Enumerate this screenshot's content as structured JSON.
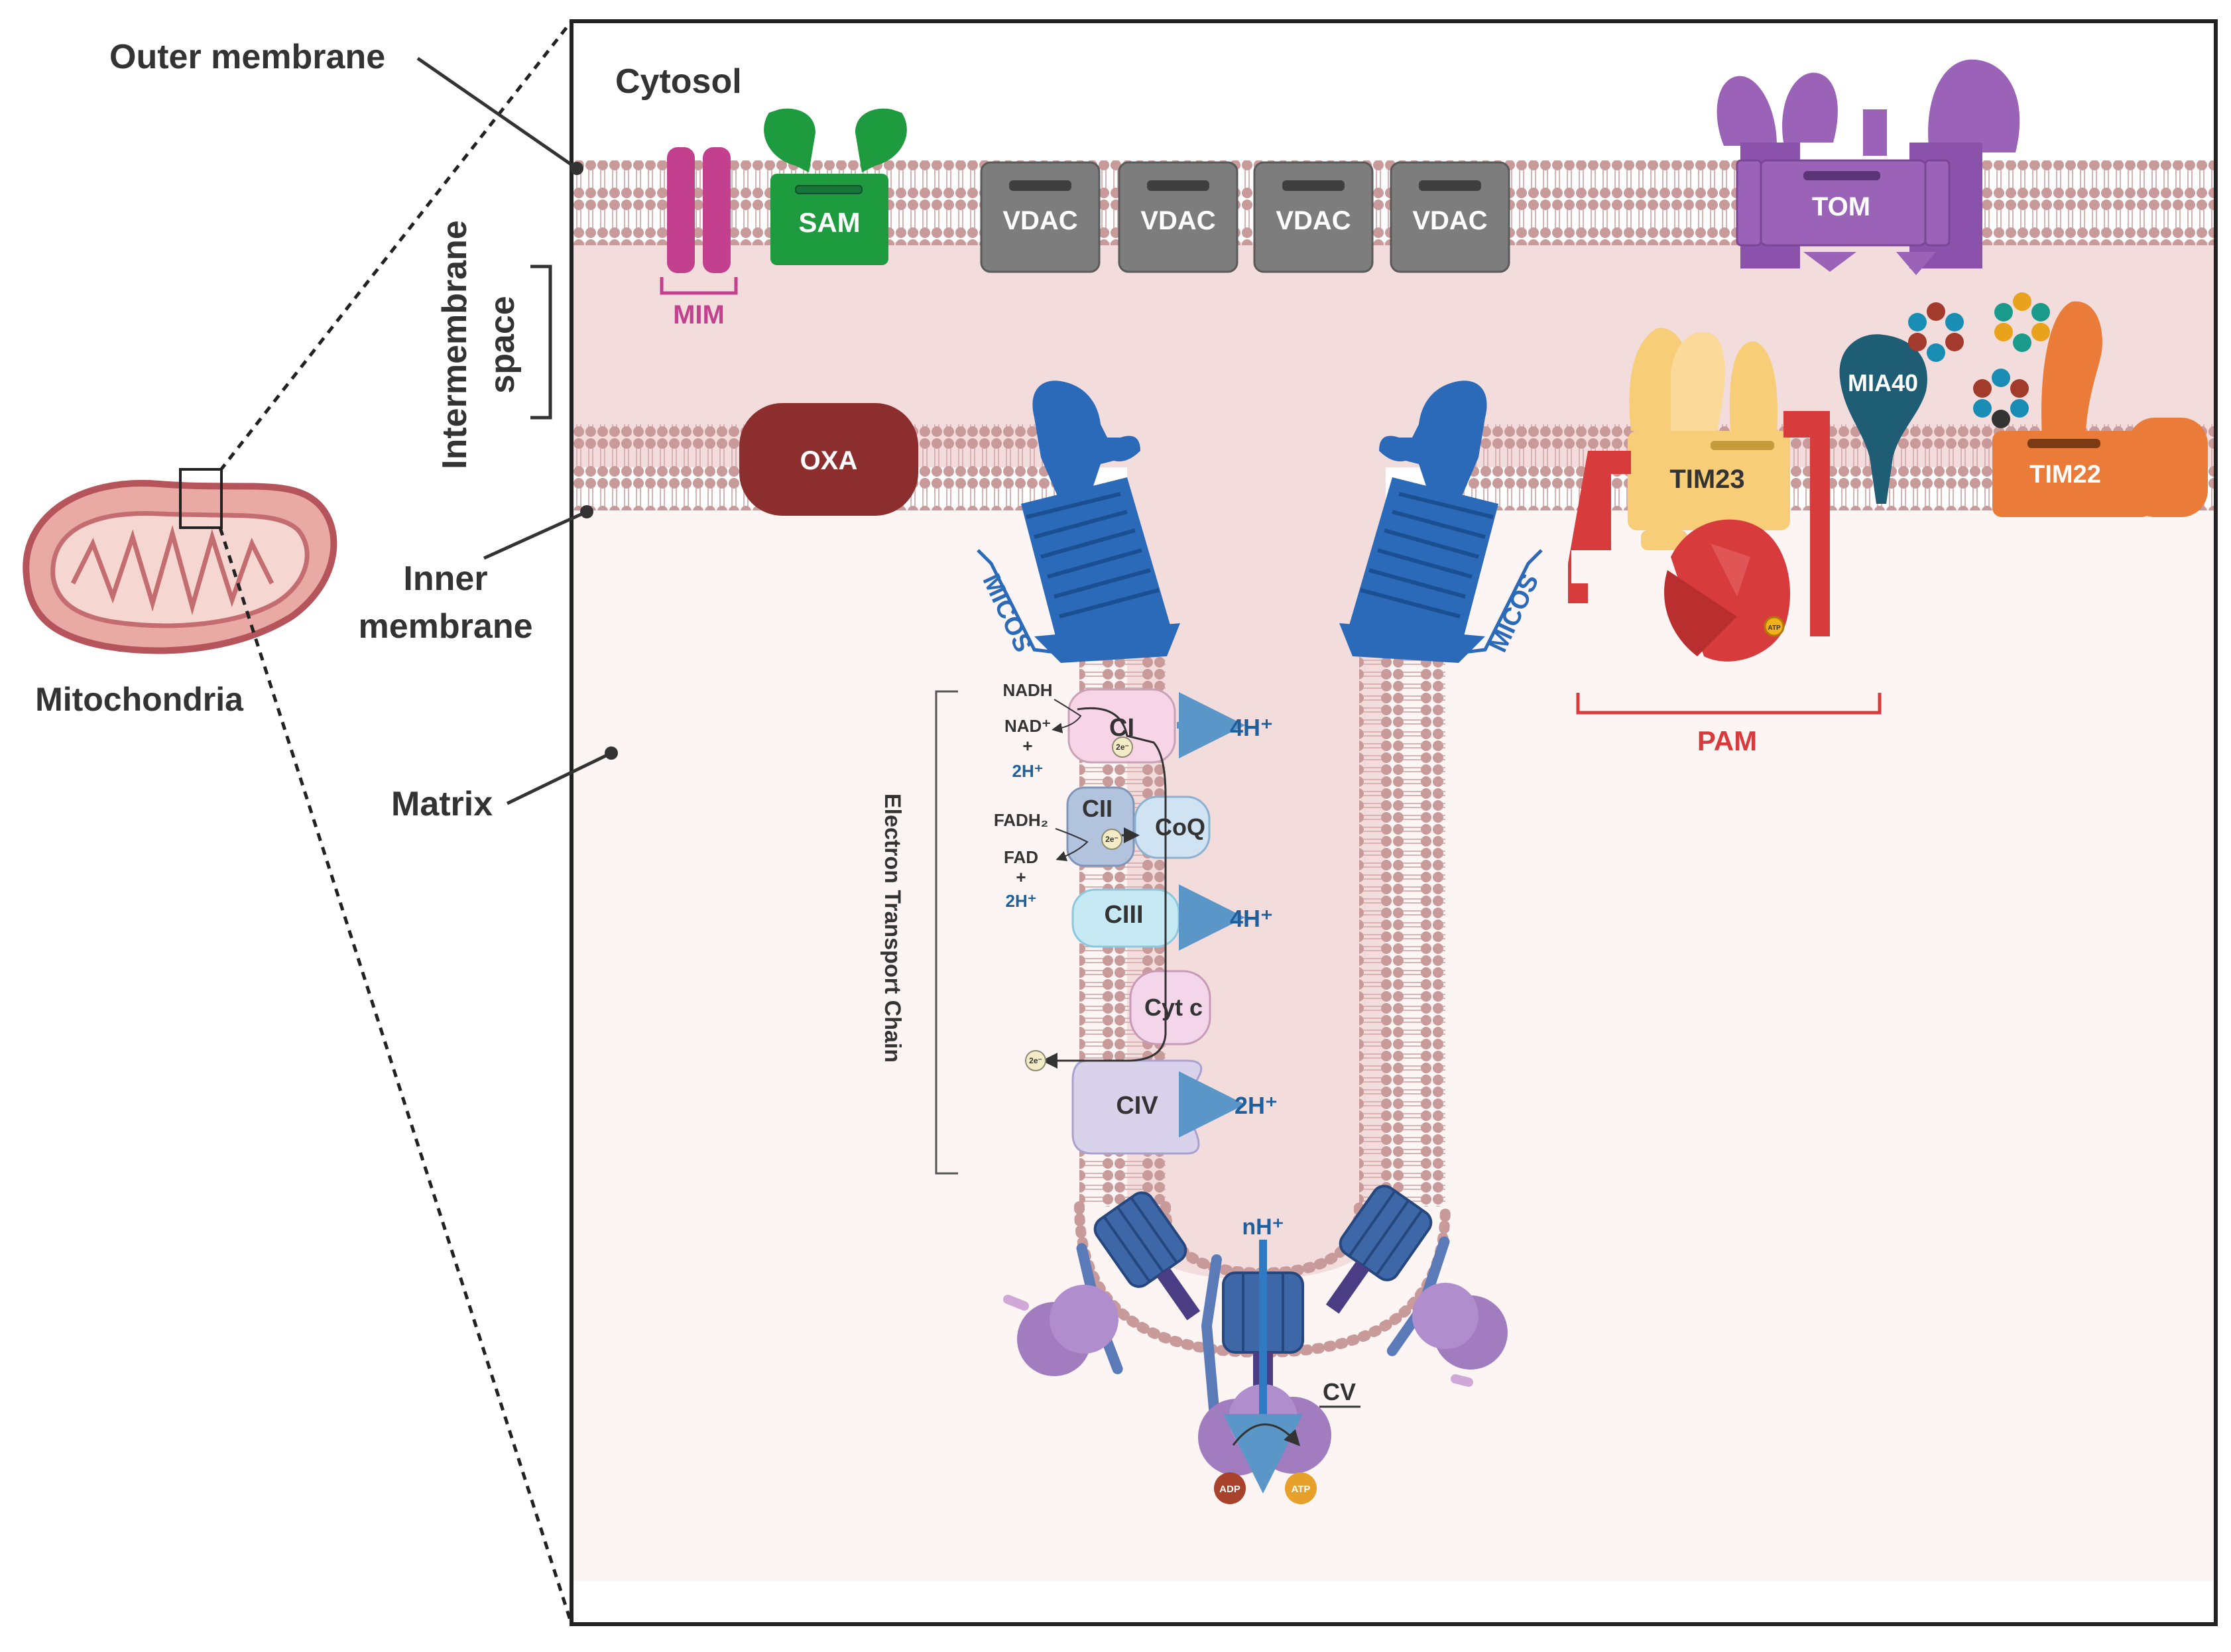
{
  "labels": {
    "outer_membrane": "Outer membrane",
    "cytosol": "Cytosol",
    "intermembrane_line1": "Intermembrane",
    "intermembrane_line2": "space",
    "inner_line1": "Inner",
    "inner_line2": "membrane",
    "mitochondria": "Mitochondria",
    "matrix": "Matrix"
  },
  "outer_proteins": {
    "mim": "MIM",
    "sam": "SAM",
    "vdac": [
      "VDAC",
      "VDAC",
      "VDAC",
      "VDAC"
    ],
    "tom": "TOM"
  },
  "inner_proteins": {
    "oxa": "OXA",
    "micos_left": "MICOS",
    "micos_right": "MICOS",
    "tim23": "TIM23",
    "mia40": "MIA40",
    "tim22": "TIM22",
    "pam": "PAM",
    "atp_small": "ATP"
  },
  "etc": {
    "title": "Electron Transport Chain",
    "ci": "CI",
    "cii": "CII",
    "ciii": "CIII",
    "coq": "CoQ",
    "cytc": "Cyt c",
    "civ": "CIV",
    "nadh": "NADH",
    "nad": "NAD⁺",
    "plus": "+",
    "h2_1": "2H⁺",
    "fadh2": "FADH₂",
    "fad": "FAD",
    "h2_2": "2H⁺",
    "e_label": "2e⁻",
    "ci_out": "4H⁺",
    "ciii_out": "4H⁺",
    "civ_out": "2H⁺"
  },
  "cv": {
    "label": "CV",
    "nh": "nH⁺",
    "adp": "ADP",
    "atp": "ATP"
  },
  "colors": {
    "ims": "#f3dcdc",
    "matrix": "#fdf5f4",
    "lipid": "#c79292",
    "mim": "#c2408e",
    "sam": "#1e9a3f",
    "vdac": "#7d7d7d",
    "tom": "#9a63b8",
    "oxa": "#8c2e2e",
    "micos": "#2a6ab8",
    "tim23": "#f7cd78",
    "pam": "#d73b3b",
    "mia40": "#1f5d74",
    "tim22": "#ea7b38",
    "arrow": "#5b96c8"
  }
}
